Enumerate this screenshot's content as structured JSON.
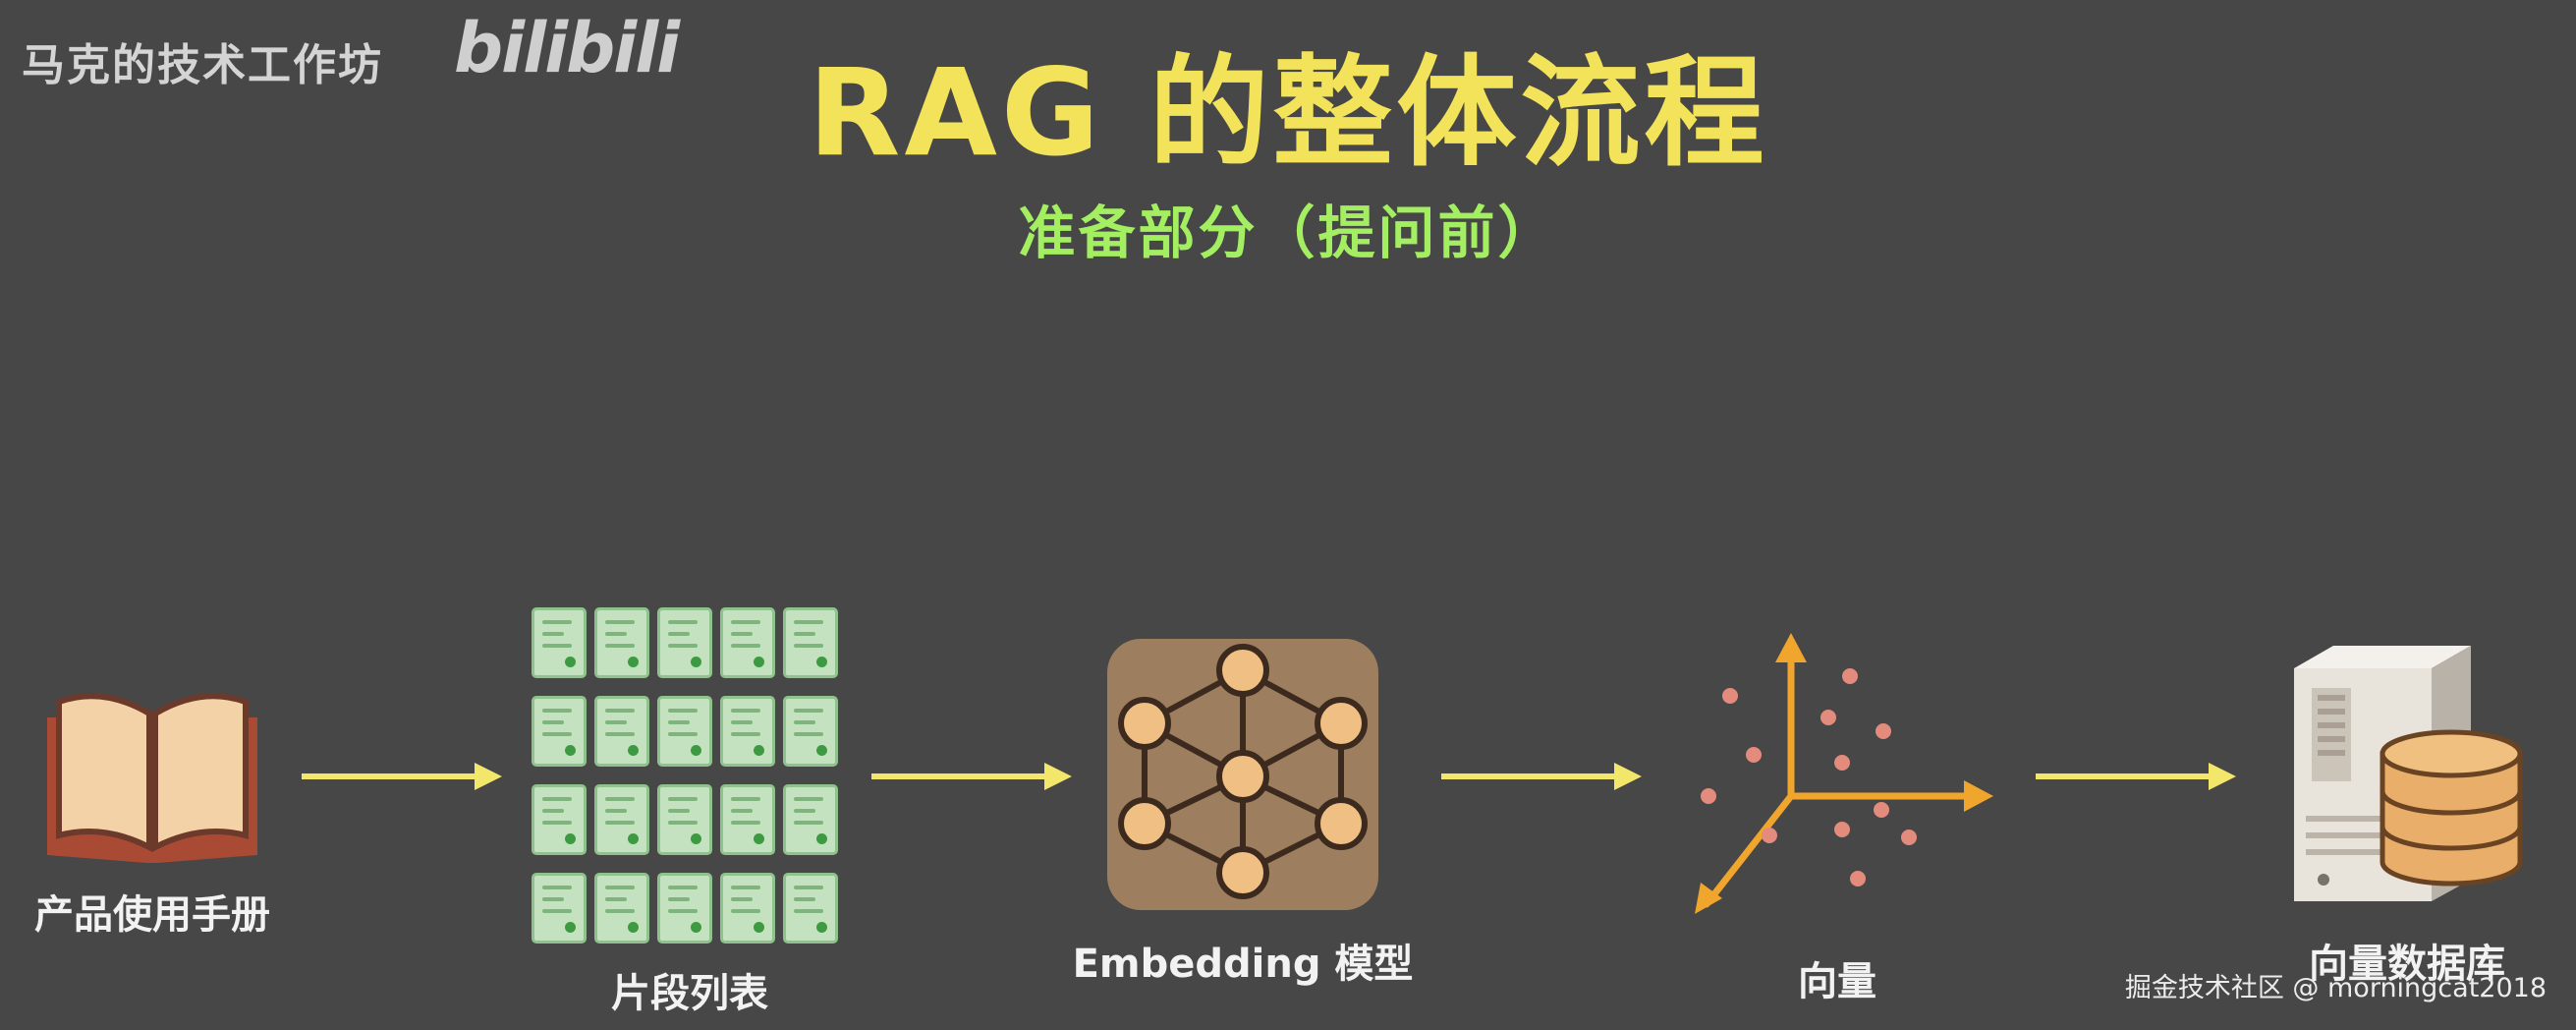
{
  "header": {
    "channel_name": "马克的技术工作坊",
    "platform_logo": "bilibili",
    "title": "RAG 的整体流程",
    "subtitle": "准备部分（提问前）"
  },
  "pipeline": {
    "steps": [
      {
        "id": "manual",
        "label": "产品使用手册",
        "icon": "open-book-icon"
      },
      {
        "id": "chunks",
        "label": "片段列表",
        "icon": "document-grid-icon"
      },
      {
        "id": "embedding",
        "label": "Embedding 模型",
        "icon": "neural-network-icon"
      },
      {
        "id": "vector",
        "label": "向量",
        "icon": "vector-space-icon"
      },
      {
        "id": "vectordb",
        "label": "向量数据库",
        "icon": "database-server-icon"
      }
    ],
    "arrow_color": "#f2e76a"
  },
  "colors": {
    "background": "#474747",
    "title": "#f3e35a",
    "subtitle": "#a4ee61",
    "fragment_fill": "#c4e2c0",
    "fragment_dot": "#3e9a42",
    "node_fill": "#f0bf83",
    "node_box": "#9d7e5f",
    "axis": "#f0a52c",
    "points": "#e38b7c"
  },
  "footer": {
    "watermark": "掘金技术社区 @ morningcat2018"
  }
}
